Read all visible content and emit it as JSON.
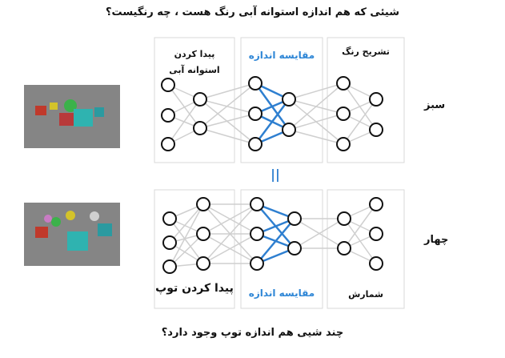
{
  "questions": {
    "top": "شیئی که هم اندازه استوانه آبی رنگ هست ، چه رنگیست؟",
    "bottom": "چند شیی هم اندازه توپ وجود دارد؟"
  },
  "answers": {
    "top": "سبز",
    "bottom": "چهار"
  },
  "modules_top": {
    "find": "پیدا کردن\nاستوانه آبی",
    "compare": "مقایسه اندازه",
    "describe": "تشریح رنگ"
  },
  "modules_bottom": {
    "find": "پیدا کردن توپ",
    "compare": "مقایسه اندازه",
    "count": "شمارش"
  },
  "equals_sign": "||",
  "colors": {
    "highlight": "#2e7fd0",
    "label_blue": "#2e86d6",
    "edge": "#cfcfcf",
    "box": "#d9d9d9"
  }
}
